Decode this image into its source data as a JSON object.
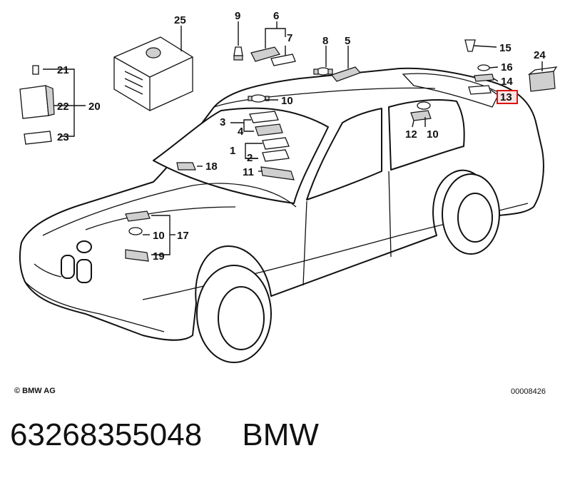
{
  "callouts": {
    "c1": "1",
    "c2": "2",
    "c3": "3",
    "c4": "4",
    "c5": "5",
    "c6": "6",
    "c7": "7",
    "c8": "8",
    "c9": "9",
    "c10a": "10",
    "c10b": "10",
    "c10c": "10",
    "c11": "11",
    "c12": "12",
    "c13": "13",
    "c14": "14",
    "c15": "15",
    "c16": "16",
    "c17": "17",
    "c18": "18",
    "c19": "19",
    "c20": "20",
    "c21": "21",
    "c22": "22",
    "c23": "23",
    "c24": "24",
    "c25": "25"
  },
  "highlight": {
    "callout": "13",
    "color": "#d11111"
  },
  "footer": {
    "copyright": "© BMW AG",
    "drawing_number": "00008426"
  },
  "bottom": {
    "part_number": "63268355048",
    "brand": "BMW"
  }
}
